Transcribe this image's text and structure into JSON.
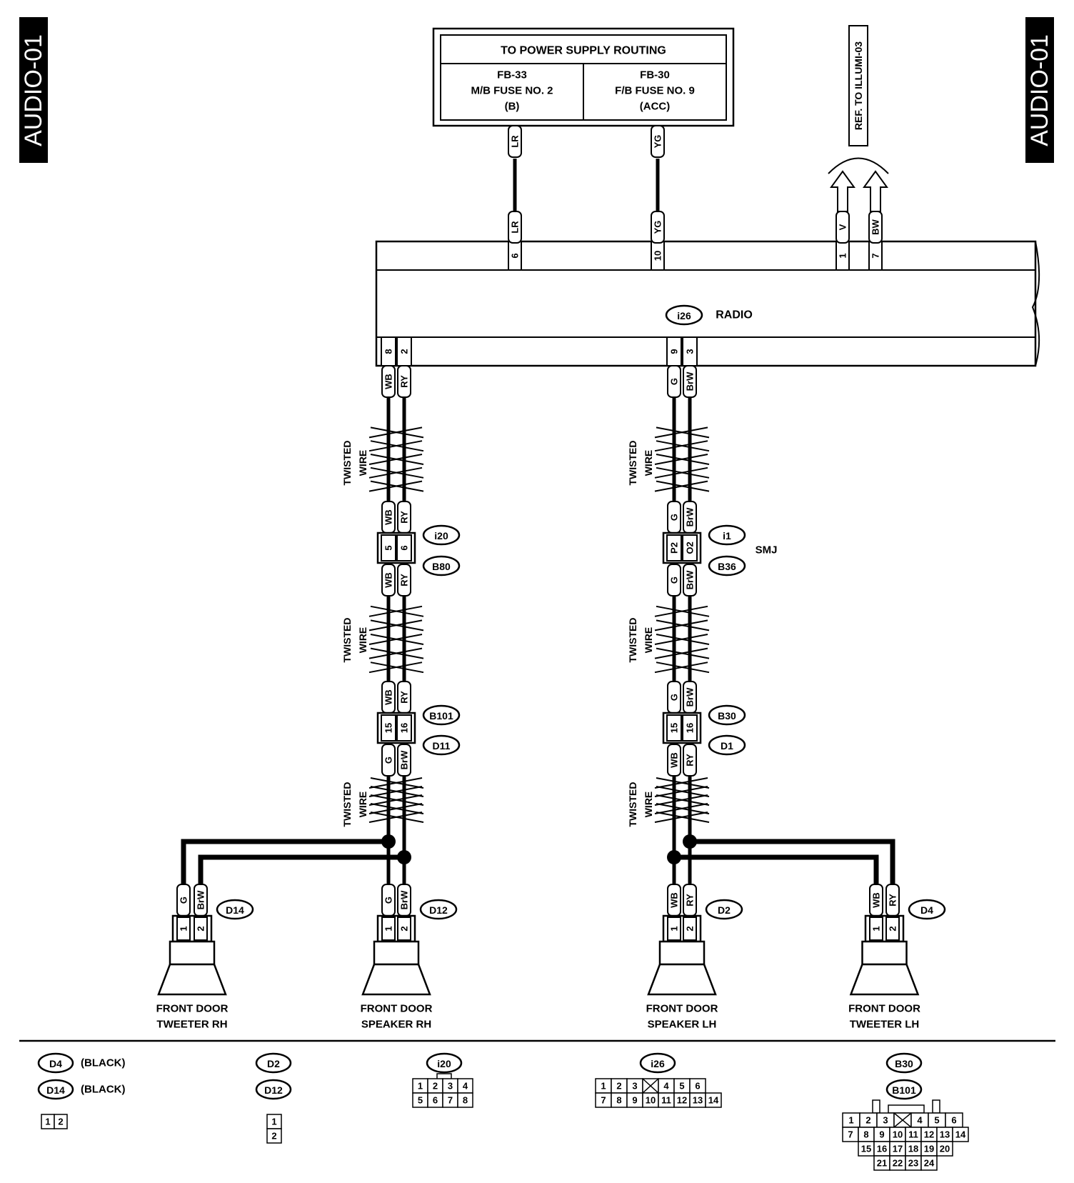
{
  "page_tag": "AUDIO-01",
  "power": {
    "title": "TO POWER SUPPLY ROUTING",
    "left": {
      "code": "FB-33",
      "line1": "M/B FUSE NO. 2",
      "line2": "(B)"
    },
    "right": {
      "code": "FB-30",
      "line1": "F/B FUSE NO. 9",
      "line2": "(ACC)"
    }
  },
  "ref_label": "REF. TO ILLUMI-03",
  "radio": {
    "connector": "i26",
    "label": "RADIO"
  },
  "top_pins": [
    {
      "pin": "6",
      "wire": "LR"
    },
    {
      "pin": "10",
      "wire": "YG"
    },
    {
      "pin": "1",
      "wire": "V"
    },
    {
      "pin": "7",
      "wire": "BW"
    }
  ],
  "bottom_pins": [
    "8",
    "2",
    "9",
    "3"
  ],
  "twisted_line1": "TWISTED",
  "twisted_line2": "WIRE",
  "smj_label": "SMJ",
  "rh_chain": {
    "wires_a": [
      "WB",
      "RY"
    ],
    "conn_a": {
      "top": "i20",
      "bottom": "B80",
      "pins": [
        "5",
        "6"
      ]
    },
    "wires_b": [
      "WB",
      "RY"
    ],
    "wires_c": [
      "WB",
      "RY"
    ],
    "conn_b": {
      "top": "B101",
      "bottom": "D11",
      "pins": [
        "15",
        "16"
      ]
    },
    "wires_d": [
      "G",
      "BrW"
    ]
  },
  "lh_chain": {
    "wires_a": [
      "G",
      "BrW"
    ],
    "conn_a": {
      "top": "i1",
      "bottom": "B36",
      "pins": [
        "P2",
        "O2"
      ]
    },
    "wires_b": [
      "G",
      "BrW"
    ],
    "wires_c": [
      "G",
      "BrW"
    ],
    "conn_b": {
      "top": "B30",
      "bottom": "D1",
      "pins": [
        "15",
        "16"
      ]
    },
    "wires_d": [
      "WB",
      "RY"
    ]
  },
  "speakers": [
    {
      "connector": "D14",
      "wires": [
        "G",
        "BrW"
      ],
      "pins": [
        "1",
        "2"
      ],
      "line1": "FRONT DOOR",
      "line2": "TWEETER RH"
    },
    {
      "connector": "D12",
      "wires": [
        "G",
        "BrW"
      ],
      "pins": [
        "1",
        "2"
      ],
      "line1": "FRONT DOOR",
      "line2": "SPEAKER RH"
    },
    {
      "connector": "D2",
      "wires": [
        "WB",
        "RY"
      ],
      "pins": [
        "1",
        "2"
      ],
      "line1": "FRONT DOOR",
      "line2": "SPEAKER LH"
    },
    {
      "connector": "D4",
      "wires": [
        "WB",
        "RY"
      ],
      "pins": [
        "1",
        "2"
      ],
      "line1": "FRONT DOOR",
      "line2": "TWEETER LH"
    }
  ],
  "legend": {
    "g1": {
      "names": [
        "D4",
        "D14"
      ],
      "colors": [
        "(BLACK)",
        "(BLACK)"
      ],
      "pins": [
        "1",
        "2"
      ]
    },
    "g2": {
      "names": [
        "D2",
        "D12"
      ],
      "pins": [
        "1",
        "2"
      ]
    },
    "g3": {
      "names": [
        "i20"
      ],
      "rows": [
        [
          "1",
          "2",
          "3",
          "4"
        ],
        [
          "5",
          "6",
          "7",
          "8"
        ]
      ]
    },
    "g4": {
      "names": [
        "i26"
      ],
      "rows": [
        [
          "1",
          "2",
          "3",
          "",
          "4",
          "5",
          "6"
        ],
        [
          "7",
          "8",
          "9",
          "10",
          "11",
          "12",
          "13",
          "14"
        ]
      ]
    },
    "g5": {
      "names": [
        "B30",
        "B101"
      ],
      "rows": [
        [
          "1",
          "2",
          "3",
          "",
          "4",
          "5",
          "6"
        ],
        [
          "7",
          "8",
          "9",
          "10",
          "11",
          "12",
          "13",
          "14"
        ],
        [
          "15",
          "16",
          "17",
          "18",
          "19",
          "20"
        ],
        [
          "21",
          "22",
          "23",
          "24"
        ]
      ]
    }
  }
}
